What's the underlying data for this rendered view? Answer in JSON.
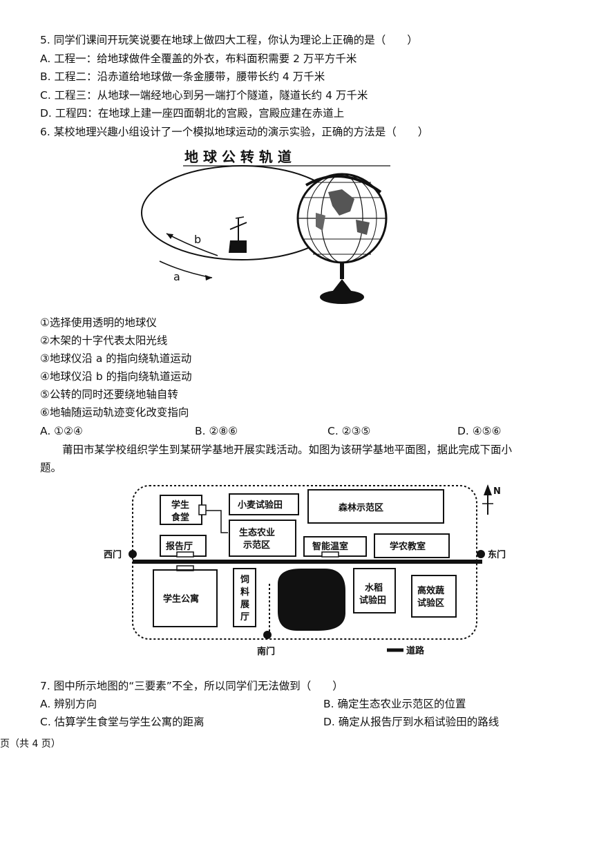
{
  "q5": {
    "stem": "5. 同学们课间开玩笑说要在地球上做四大工程，你认为理论上正确的是（　　）",
    "options": [
      "A.  工程一：给地球做件全覆盖的外衣，布料面积需要 2 万平方千米",
      "B.  工程二：沿赤道给地球做一条金腰带，腰带长约 4 万千米",
      "C.  工程三：从地球一端经地心到另一端打个隧道，隧道长约 4 万千米",
      "D.  工程四：在地球上建一座四面朝北的宫殿，宫殿应建在赤道上"
    ]
  },
  "q6": {
    "stem": "6. 某校地理兴趣小组设计了一个模拟地球运动的演示实验，正确的方法是（　　）",
    "figure": {
      "title": "地 球 公 转 轨 道",
      "label_a": "a",
      "label_b": "b"
    },
    "statements": [
      "①选择使用透明的地球仪",
      "②木架的十字代表太阳光线",
      "③地球仪沿 a 的指向绕轨道运动",
      "④地球仪沿 b 的指向绕轨道运动",
      "⑤公转的同时还要绕地轴自转",
      "⑥地轴随运动轨迹变化改变指向"
    ],
    "options": [
      "A.  ①②④",
      "B.  ②⑧⑥",
      "C.  ②③⑤",
      "D.  ④⑤⑥"
    ]
  },
  "passage": {
    "line1": "莆田市某学校组织学生到某研学基地开展实践活动。如图为该研学基地平面图，据此完成下面小",
    "line2": "题。"
  },
  "map": {
    "north": "N",
    "west_gate": "西门",
    "east_gate": "东门",
    "south_gate": "南门",
    "legend": "道路",
    "areas": {
      "canteen": [
        "学生",
        "食堂"
      ],
      "wheat": "小麦试验田",
      "forest": "森林示范区",
      "hall": "报告厅",
      "eco": [
        "生态农业",
        "示范区"
      ],
      "greenhouse": "智能温室",
      "classroom": "学农教室",
      "dorm": "学生公寓",
      "feed": [
        "饲",
        "料",
        "展",
        "厅"
      ],
      "rice": [
        "水稻",
        "试验田"
      ],
      "highveg": [
        "高效蔬",
        "试验区"
      ]
    }
  },
  "q7": {
    "stem": "7. 图中所示地图的“三要素”不全，所以同学们无法做到（　　）",
    "options": [
      "A.  辨别方向",
      "B.  确定生态农业示范区的位置",
      "C.  估算学生食堂与学生公寓的距离",
      "D.  确定从报告厅到水稻试验田的路线"
    ]
  },
  "footer": "页（共 4 页）"
}
